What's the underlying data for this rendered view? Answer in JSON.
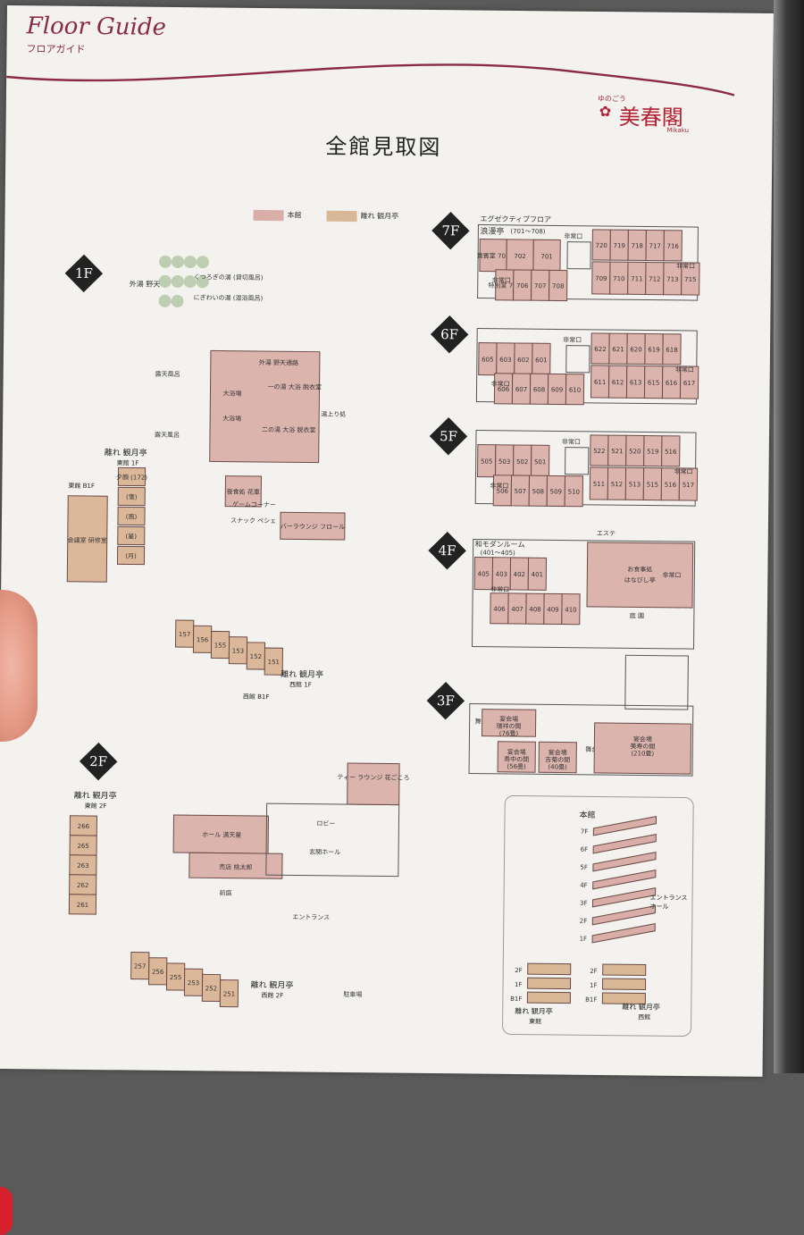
{
  "header": {
    "title_en": "Floor Guide",
    "title_jp": "フロアガイド",
    "logo_prefix": "ゆのごう",
    "logo_name": "美春閣",
    "logo_roman": "Mikaku",
    "page_title": "全館見取図"
  },
  "legend": {
    "main": "本館",
    "annex": "離れ 観月亭",
    "main_color": "#d9aea8",
    "annex_color": "#d9b897"
  },
  "floors": {
    "f7": {
      "badge": "7F",
      "label1": "エグゼクティブフロア",
      "label2": "浪漫亭",
      "label3": "(701〜708)",
      "rooms_left_top": [
        "貴賓室 703",
        "702",
        "701"
      ],
      "rooms_left_bottom": [
        "特別室 705",
        "706",
        "707",
        "708"
      ],
      "rooms_right_top": [
        "720",
        "719",
        "718",
        "717",
        "716"
      ],
      "rooms_right_bottom": [
        "709",
        "710",
        "711",
        "712",
        "713",
        "715"
      ]
    },
    "f6": {
      "badge": "6F",
      "rooms_left_top": [
        "605",
        "603",
        "602",
        "601"
      ],
      "rooms_left_bottom": [
        "606",
        "607",
        "608",
        "609",
        "610"
      ],
      "rooms_right_top": [
        "622",
        "621",
        "620",
        "619",
        "618"
      ],
      "rooms_right_bottom": [
        "611",
        "612",
        "613",
        "615",
        "616",
        "617"
      ]
    },
    "f5": {
      "badge": "5F",
      "rooms_left_top": [
        "505",
        "503",
        "502",
        "501"
      ],
      "rooms_left_bottom": [
        "506",
        "507",
        "508",
        "509",
        "510"
      ],
      "rooms_right_top": [
        "522",
        "521",
        "520",
        "519",
        "516"
      ],
      "rooms_right_bottom": [
        "511",
        "512",
        "513",
        "515",
        "516",
        "517"
      ]
    },
    "f4": {
      "badge": "4F",
      "label1": "和モダンルーム",
      "label2": "(401〜405)",
      "rooms_top": [
        "405",
        "403",
        "402",
        "401"
      ],
      "rooms_bottom": [
        "406",
        "407",
        "408",
        "409",
        "410"
      ],
      "esthe": "エステ",
      "dining": "お食事処",
      "dining_name": "はなびし亭",
      "garden": "庭 園"
    },
    "f3": {
      "badge": "3F",
      "stage": "舞台",
      "hall1": "宴会場",
      "hall1_name": "瑞祥の間",
      "hall1_cap": "(76畳)",
      "hall2": "宴会場",
      "hall2_name": "寿中の間",
      "hall2_cap": "(56畳)",
      "hall3": "宴会場",
      "hall3_name": "吉菊の間",
      "hall3_cap": "(40畳)",
      "hall4": "宴会場",
      "hall4_name": "美寿の間",
      "hall4_cap": "(210畳)"
    },
    "f1": {
      "badge": "1F",
      "outdoor_bath": "外湯 野天",
      "bath1": "くつろぎの湯 (貸切風呂)",
      "bath2": "にぎわいの湯 (混浴風呂)",
      "passage": "外湯 野天通路",
      "open_bath": "露天風呂",
      "large_bath": "大浴場",
      "ichinoyu": "一の湯 大浴 脱衣室",
      "ninoyu": "二の湯 大浴 脱衣室",
      "elevator_hall": "湯上り処",
      "snack": "夜食処 花車",
      "game": "ゲームコーナー",
      "bar_lounge": "バーラウンジ フロール",
      "snack_bar": "スナック ペシェ",
      "annex_title": "離れ 観月亭",
      "annex_sub": "東館 1F",
      "annex_rooms": [
        "夕顔 (172)",
        "(雪)",
        "(風)",
        "(星)",
        "(月)"
      ],
      "east_b1": "東館 B1F",
      "meeting": "会議室 研修室",
      "west_rooms": [
        "157",
        "156",
        "155",
        "153",
        "152",
        "151"
      ],
      "west_title": "離れ 観月亭",
      "west_sub": "西館 1F",
      "west_b1": "西館 B1F"
    },
    "f2": {
      "badge": "2F",
      "annex_title": "離れ 観月亭",
      "annex_sub": "東館 2F",
      "east_rooms": [
        "266",
        "265",
        "263",
        "262",
        "261"
      ],
      "tea_lounge": "ティー ラウンジ 花ごころ",
      "lobby": "ロビー",
      "hall": "ホール 満天星",
      "shop": "売店 桃太郎",
      "entrance_hall": "玄関ホール",
      "garden": "前庭",
      "entrance": "エントランス",
      "parking": "駐車場",
      "west_rooms": [
        "257",
        "256",
        "255",
        "253",
        "252",
        "251"
      ],
      "west_title": "離れ 観月亭",
      "west_sub": "西館 2F"
    }
  },
  "elevation": {
    "title": "本館",
    "levels": [
      "7F",
      "6F",
      "5F",
      "4F",
      "3F",
      "2F",
      "1F"
    ],
    "entrance_hall": "エントランス ホール",
    "annex_left_levels": [
      "2F",
      "1F",
      "B1F"
    ],
    "annex_right_levels": [
      "2F",
      "1F",
      "B1F"
    ],
    "annex_left": "離れ 観月亭",
    "annex_left_sub": "東館",
    "annex_right": "離れ 観月亭",
    "annex_right_sub": "西館"
  },
  "emergency_exit": "非常口"
}
